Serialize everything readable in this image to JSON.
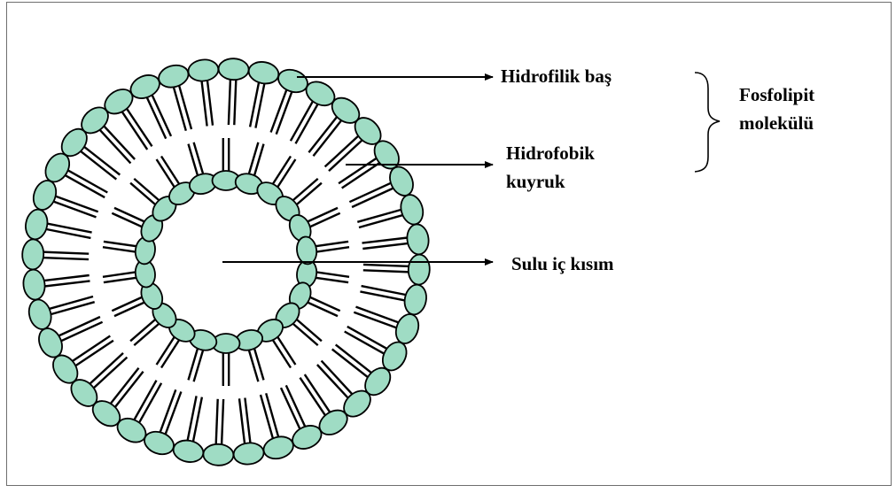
{
  "labels": {
    "hydrophilic_head": "Hidrofilik baş",
    "hydrophobic_tail_line1": "Hidrofobik",
    "hydrophobic_tail_line2": "kuyruk",
    "aqueous_interior": "Sulu iç kısım",
    "phospholipid_line1": "Fosfolipit",
    "phospholipid_line2": "molekülü"
  },
  "colors": {
    "head_fill": "#9fdcc4",
    "outline": "#000000",
    "background": "#ffffff",
    "frame": "#6e6e6e"
  },
  "structure": {
    "outer_layer_heads": 40,
    "inner_layer_heads": 22
  }
}
